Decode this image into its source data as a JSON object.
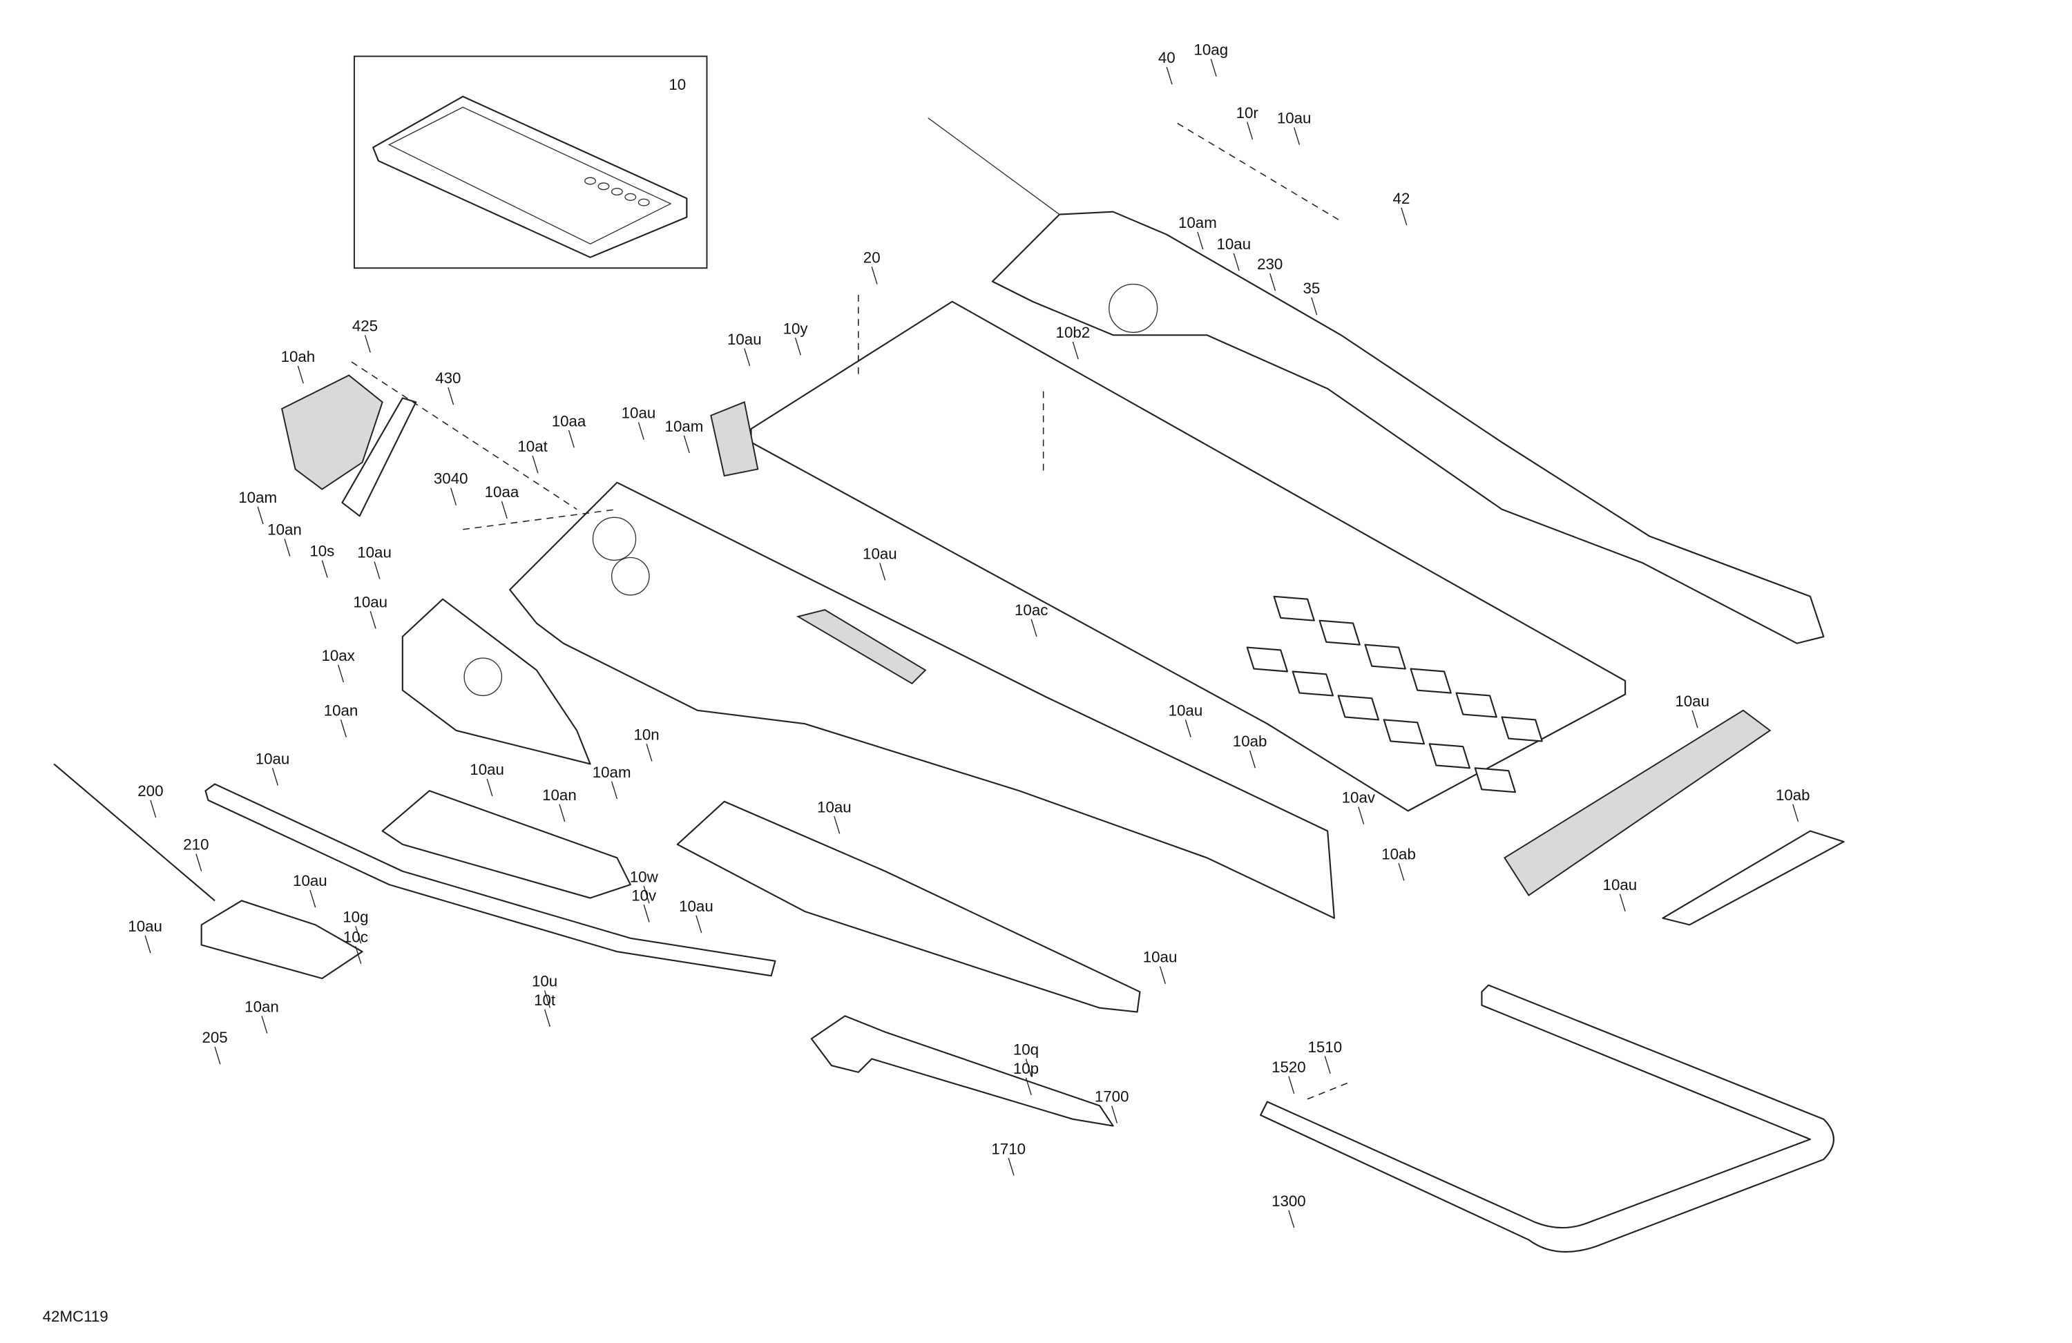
{
  "diagram_id": "42MC119",
  "inset_label": "10",
  "callouts": [
    "40",
    "10ag",
    "10r",
    "10au",
    "10am",
    "10au",
    "42",
    "230",
    "35",
    "20",
    "10au",
    "10y",
    "10b2",
    "425",
    "10ah",
    "430",
    "10aa",
    "10au",
    "10am",
    "10at",
    "3040",
    "10aa",
    "10am",
    "10an",
    "10s",
    "10au",
    "10au",
    "10au",
    "10ac",
    "10ax",
    "10an",
    "10au",
    "10ab",
    "10n",
    "10au",
    "10au",
    "10au",
    "10am",
    "10an",
    "200",
    "10au",
    "10av",
    "10ab",
    "10ab",
    "210",
    "10au",
    "10w",
    "10v",
    "10au",
    "10au",
    "10au",
    "10g",
    "10c",
    "10u",
    "10t",
    "10an",
    "205",
    "10au",
    "10q",
    "10p",
    "1700",
    "1510",
    "1520",
    "1710",
    "1300"
  ]
}
